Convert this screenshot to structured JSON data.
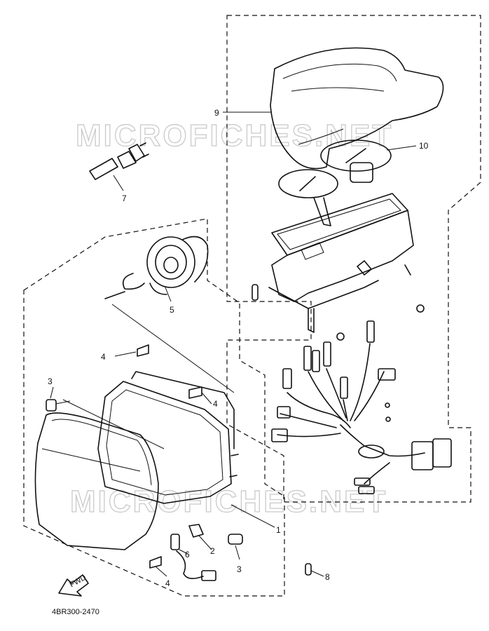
{
  "watermark": {
    "upper": "MICROFICHES.NET",
    "lower": "MICROFICHES.NET"
  },
  "callouts": {
    "p1": "1",
    "p2": "2",
    "p3a": "3",
    "p3b": "3",
    "p4a": "4",
    "p4b": "4",
    "p4c": "4",
    "p5": "5",
    "p6": "6",
    "p7": "7",
    "p8": "8",
    "p9": "9",
    "p10": "10"
  },
  "front_arrow_label": "FWD",
  "drawing_code": "4BR300-2470"
}
